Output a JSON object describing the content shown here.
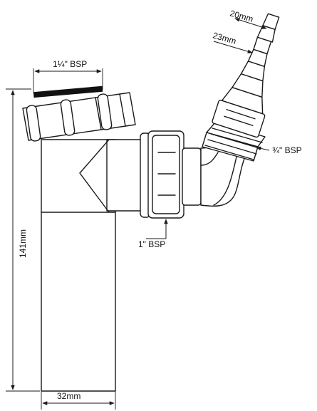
{
  "labels": {
    "inlet_thread": "1¼\" BSP",
    "side_thread": "1\" BSP",
    "spigot_thread": "¾\" BSP",
    "spigot_outer": "20mm",
    "spigot_inner": "23mm",
    "height": "141mm",
    "diameter": "32mm"
  },
  "colors": {
    "line": "#1a1a1a",
    "fill": "#ffffff",
    "washer": "#111111"
  }
}
